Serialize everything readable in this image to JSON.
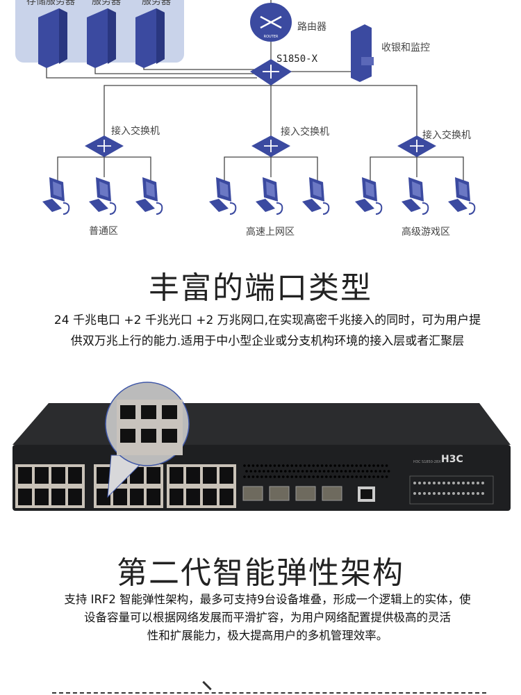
{
  "diagram": {
    "server_labels": [
      "存储服务器",
      "服务器",
      "服务器"
    ],
    "router_label": "路由器",
    "router_badge": "ROUTER",
    "core_switch_label": "S1850-X",
    "monitor_label": "收银和监控",
    "access_switch_label": "接入交换机",
    "zones": [
      "普通区",
      "高速上网区",
      "高级游戏区"
    ],
    "colors": {
      "device": "#3b4aa0",
      "group_bg": "#c9d3ea",
      "line": "#444444"
    }
  },
  "section1": {
    "title": "丰富的端口类型",
    "lines": [
      "24 千兆电口 +2 千兆光口 +2 万兆网口,在实现高密千兆接入的同时，可为用户提",
      "供双万兆上行的能力.适用于中小型企业或分支机构环境的接入层或者汇聚层"
    ]
  },
  "product": {
    "brand": "H3C",
    "model": "H3C S1850-28X"
  },
  "section2": {
    "title": "第二代智能弹性架构",
    "lines": [
      "支持 IRF2 智能弹性架构，最多可支持9台设备堆叠，形成一个逻辑上的实体，使",
      "设备容量可以根据网络发展而平滑扩容，为用户网络配置提供极高的灵活",
      "性和扩展能力，极大提高用户的多机管理效率。"
    ]
  }
}
